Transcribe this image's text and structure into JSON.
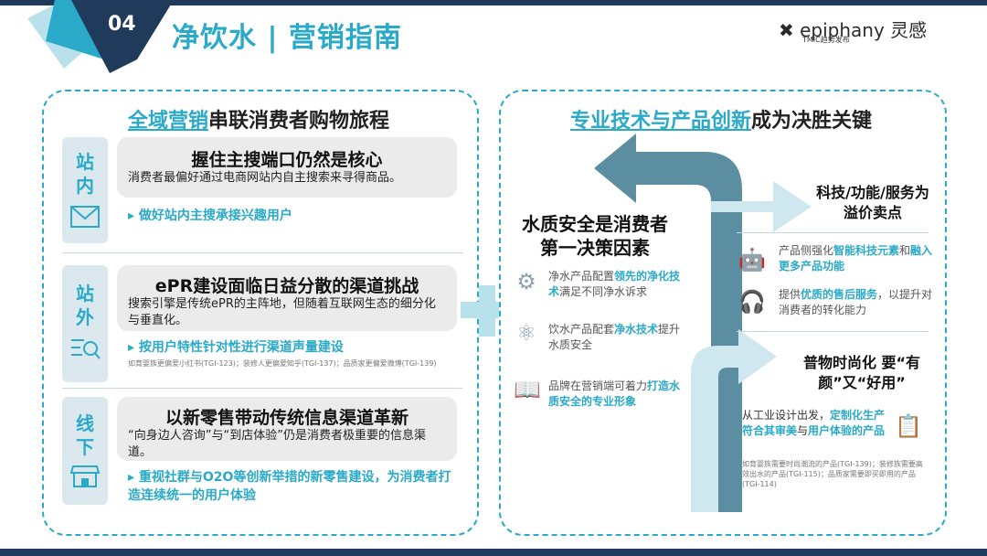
{
  "header": {
    "number": "04",
    "title": "净饮水 | 营销指南",
    "brand": "✖ epiphany 灵感",
    "brand_sub": "TMIC趋势发布"
  },
  "left": {
    "title_highlight": "全域营销",
    "title_rest": "串联消费者购物旅程",
    "sections": [
      {
        "tag": "站内",
        "heading": "握住主搜端口仍然是核心",
        "body": "消费者最偏好通过电商网站内自主搜索来寻得商品。",
        "bullet": "做好站内主搜承接兴趣用户",
        "icon": "envelope-icon"
      },
      {
        "tag": "站外",
        "heading": "ePR建设面临日益分散的渠道挑战",
        "body": "搜索引擎是传统ePR的主阵地，但随着互联网生态的细分化与垂直化。",
        "bullet": "按用户特性针对性进行渠道声量建设",
        "note": "如育婴族更偏爱小红书(TGI-123)；装修人更偏爱知乎(TGI-137)；品质家更偏爱微博(TGI-139)",
        "icon": "search-list-icon"
      },
      {
        "tag": "线下",
        "heading": "以新零售带动传统信息渠道革新",
        "body": "“向身边人咨询”与“到店体验”仍是消费者极重要的信息渠道。",
        "bullet": "重视社群与O2O等创新举措的新零售建设，为消费者打造连续统一的用户体验",
        "icon": "store-icon"
      }
    ]
  },
  "right": {
    "title_highlight": "专业技术与产品创新",
    "title_rest": "成为决胜关键",
    "center_heading": "水质安全是消费者第一决策因素",
    "center_items": [
      {
        "icon": "gear-doc-icon",
        "pre": "净水产品配置",
        "hl": "领先的净化技术",
        "post": "满足不同净水诉求"
      },
      {
        "icon": "atom-icon",
        "pre": "饮水产品配套",
        "hl": "净水技术",
        "post": "提升水质安全"
      },
      {
        "icon": "book-icon",
        "pre": "品牌在营销端可着力",
        "hl": "打造水质安全的专业形象",
        "post": ""
      }
    ],
    "top_heading": "科技/功能/服务为溢价卖点",
    "top_items": [
      {
        "icon": "robot-icon",
        "pre": "产品侧强化",
        "hl": "智能科技元素",
        "mid": "和",
        "hl2": "融入更多产品功能",
        "post": ""
      },
      {
        "icon": "service-icon",
        "pre": "提供",
        "hl": "优质的售后服务",
        "mid": "，以提升对消费者的转化能力",
        "hl2": "",
        "post": ""
      }
    ],
    "bottom_heading": "普物时尚化 要“有颜”又“好用”",
    "bottom_text_pre": "从工业设计出发，",
    "bottom_text_hl1": "定制化生产符合其审美",
    "bottom_text_mid": "与",
    "bottom_text_hl2": "用户体验的产品",
    "bottom_note": "如育婴族需要时尚潮流的产品(TGI-139)；装修族需要高效出水的产品(TGI-115)；品质家需要即买即用的产品(TGI-114)",
    "bottom_icon": "checklist-icon"
  },
  "colors": {
    "accent": "#2aa9c9",
    "dark": "#1f3a5a",
    "arrow": "#5a8ea0"
  }
}
